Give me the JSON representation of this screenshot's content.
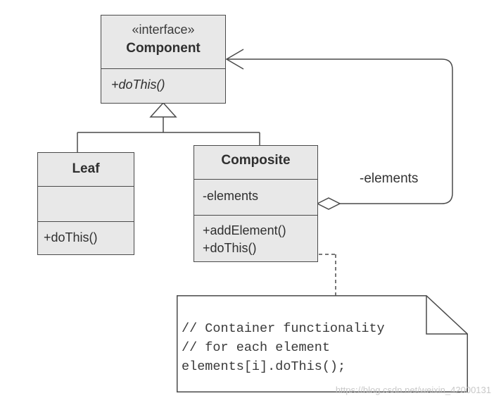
{
  "component": {
    "stereotype": "«interface»",
    "name": "Component",
    "operation": "+doThis()"
  },
  "leaf": {
    "name": "Leaf",
    "operation": "+doThis()"
  },
  "composite": {
    "name": "Composite",
    "attribute": "-elements",
    "operations": [
      "+addElement()",
      "+doThis()"
    ]
  },
  "association": {
    "label": "-elements"
  },
  "note": {
    "lines": [
      "// Container functionality",
      "// for each element",
      "elements[i].doThis();"
    ]
  },
  "watermark": "https://blog.csdn.net/weixin_42000131",
  "colors": {
    "box_fill": "#e8e8e8",
    "line": "#4a4a4a",
    "text": "#2f2f2f"
  }
}
